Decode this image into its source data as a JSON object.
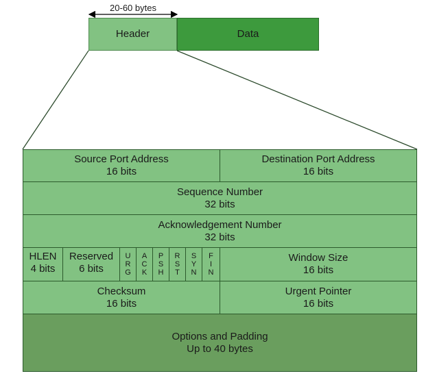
{
  "top": {
    "size_label": "20-60 bytes",
    "header_label": "Header",
    "data_label": "Data"
  },
  "header_fields": {
    "source_port": {
      "name": "Source Port Address",
      "size": "16 bits"
    },
    "dest_port": {
      "name": "Destination Port Address",
      "size": "16 bits"
    },
    "sequence": {
      "name": "Sequence Number",
      "size": "32 bits"
    },
    "ack": {
      "name": "Acknowledgement Number",
      "size": "32 bits"
    },
    "hlen": {
      "name": "HLEN",
      "size": "4 bits"
    },
    "reserved": {
      "name": "Reserved",
      "size": "6 bits"
    },
    "flags": [
      "URG",
      "ACK",
      "PSH",
      "RST",
      "SYN",
      "FIN"
    ],
    "window": {
      "name": "Window Size",
      "size": "16 bits"
    },
    "checksum": {
      "name": "Checksum",
      "size": "16 bits"
    },
    "urgent": {
      "name": "Urgent Pointer",
      "size": "16 bits"
    },
    "options": {
      "name": "Options and Padding",
      "size": "Up to 40 bytes"
    }
  },
  "colors": {
    "header_fill": "#82c282",
    "data_fill": "#3d9a3d",
    "options_fill": "#6a9e5e",
    "border": "#2c5a2c"
  }
}
